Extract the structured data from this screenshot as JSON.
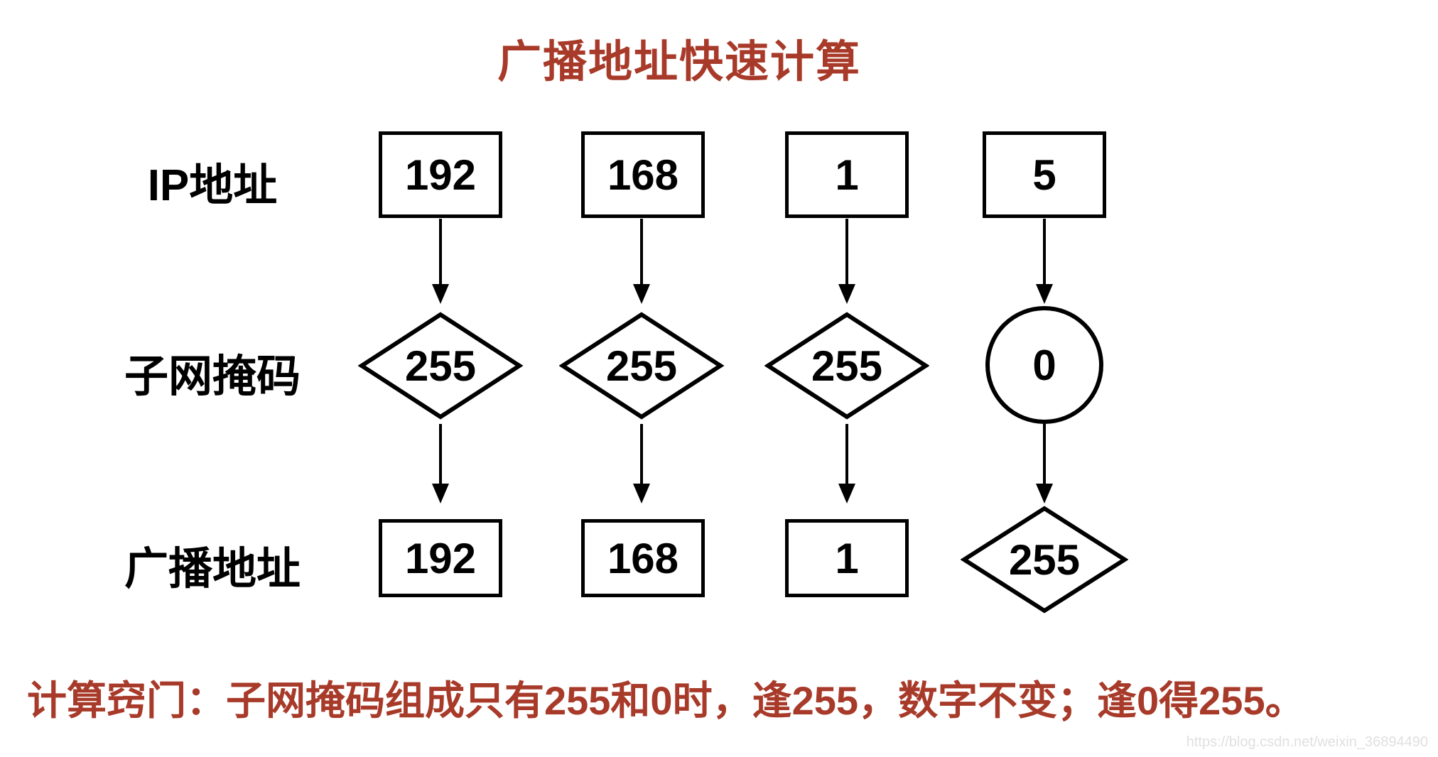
{
  "title": "广播地址快速计算",
  "rows": [
    {
      "label": "IP地址",
      "cells": [
        {
          "shape": "rect",
          "value": "192"
        },
        {
          "shape": "rect",
          "value": "168"
        },
        {
          "shape": "rect",
          "value": "1"
        },
        {
          "shape": "rect",
          "value": "5"
        }
      ]
    },
    {
      "label": "子网掩码",
      "cells": [
        {
          "shape": "diamond",
          "value": "255"
        },
        {
          "shape": "diamond",
          "value": "255"
        },
        {
          "shape": "diamond",
          "value": "255"
        },
        {
          "shape": "circle",
          "value": "0"
        }
      ]
    },
    {
      "label": "广播地址",
      "cells": [
        {
          "shape": "rect",
          "value": "192"
        },
        {
          "shape": "rect",
          "value": "168"
        },
        {
          "shape": "rect",
          "value": "1"
        },
        {
          "shape": "diamond",
          "value": "255"
        }
      ]
    }
  ],
  "tip": "计算窍门：子网掩码组成只有255和0时，逢255，数字不变；逢0得255。",
  "watermark": "https://blog.csdn.net/weixin_36894490",
  "colors": {
    "accent_red": "#A83A2A",
    "shape_stroke": "#000000",
    "watermark_gray": "#E0E0E0"
  }
}
